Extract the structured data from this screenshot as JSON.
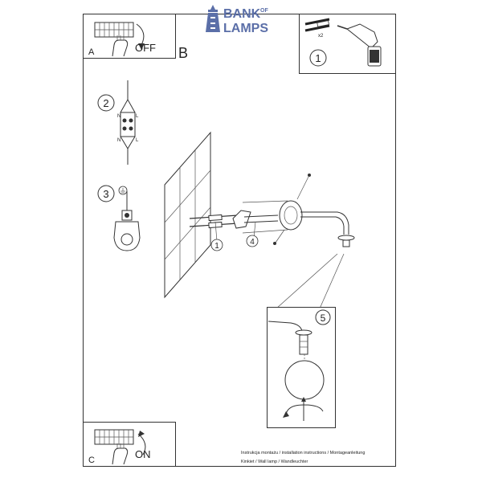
{
  "brand": {
    "line1": "BANK",
    "of": "OF",
    "line2": "LAMPS",
    "color": "#5b6fa8"
  },
  "panelA": {
    "letter": "A",
    "label": "OFF"
  },
  "panelB": {
    "letter": "B"
  },
  "panelC": {
    "letter": "C",
    "label": "ON"
  },
  "steps": {
    "one": "1",
    "two": "2",
    "three": "3",
    "four": "4",
    "five": "5",
    "one_small": "1",
    "four_small": "4"
  },
  "screws": {
    "count": "x2"
  },
  "wiring": {
    "n_top": "N",
    "l_top": "L",
    "n_bottom": "N",
    "l_bottom": "L"
  },
  "footer": {
    "line1": "Instrukcja montażu / installation instructions / Montageanleitung",
    "line2": "Kinkiet / Wall lamp / Wandleuchter"
  }
}
